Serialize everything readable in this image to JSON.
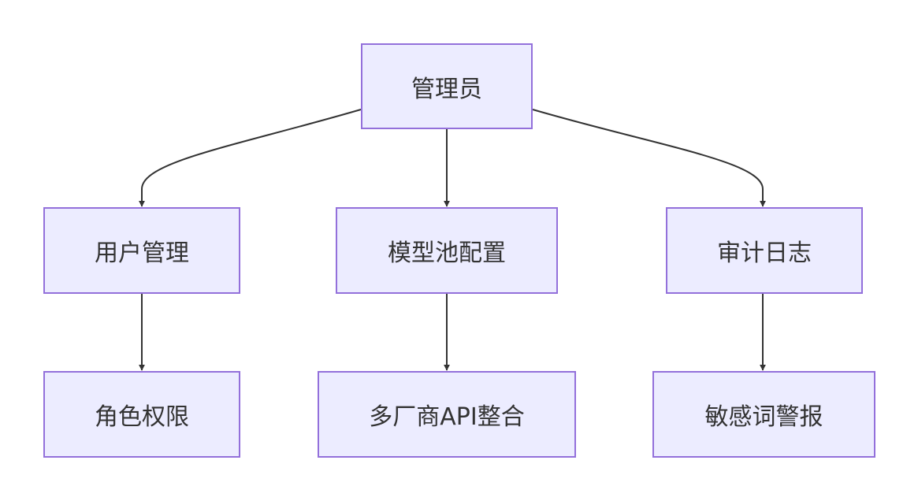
{
  "nodes": {
    "root": "管理员",
    "user_mgmt": "用户管理",
    "model_pool": "模型池配置",
    "audit_log": "审计日志",
    "role_perm": "角色权限",
    "multi_vendor": "多厂商API整合",
    "sensitive_alert": "敏感词警报"
  },
  "edges": [
    {
      "from": "root",
      "to": "user_mgmt"
    },
    {
      "from": "root",
      "to": "model_pool"
    },
    {
      "from": "root",
      "to": "audit_log"
    },
    {
      "from": "user_mgmt",
      "to": "role_perm"
    },
    {
      "from": "model_pool",
      "to": "multi_vendor"
    },
    {
      "from": "audit_log",
      "to": "sensitive_alert"
    }
  ],
  "colors": {
    "node_fill": "#ececff",
    "node_border": "#9370db",
    "edge": "#333333",
    "text": "#333333"
  }
}
